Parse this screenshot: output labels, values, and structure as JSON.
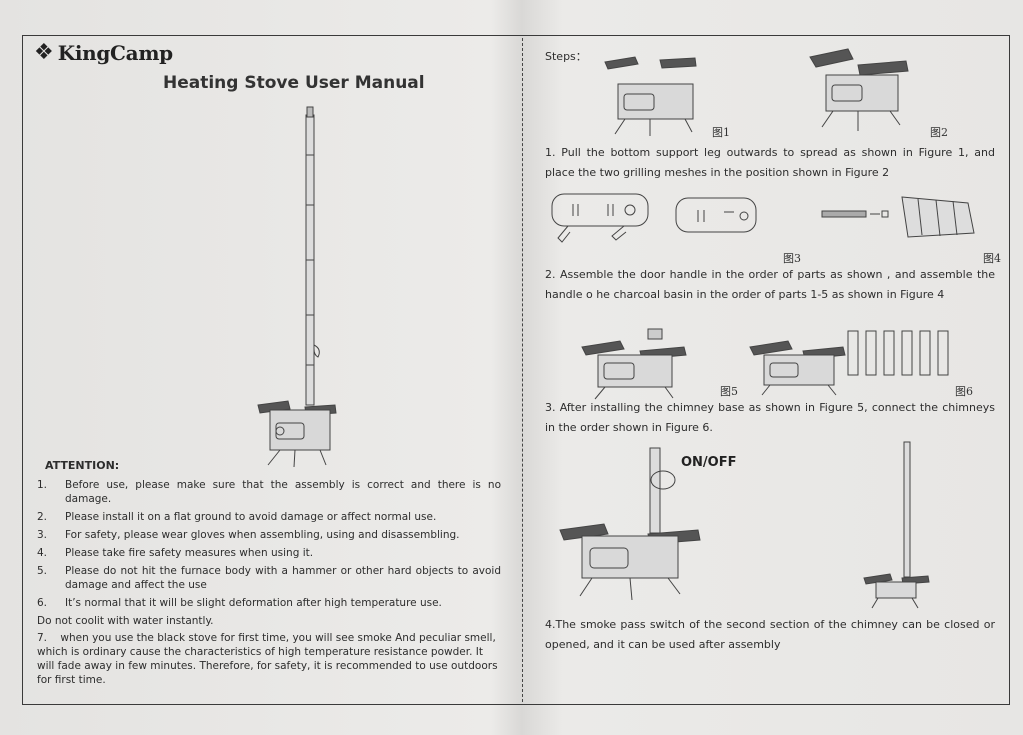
{
  "brand": {
    "logo_mark": "❖",
    "name": "KingCamp"
  },
  "title": "Heating Stove User Manual",
  "attention": {
    "heading": "ATTENTION:",
    "items": [
      {
        "num": "1.",
        "text": "Before use, please make sure that the assembly is correct and there is no damage."
      },
      {
        "num": "2.",
        "text": "Please install it on a flat ground to avoid damage or affect normal use."
      },
      {
        "num": "3.",
        "text": "For safety, please wear gloves when assembling, using and disassembling."
      },
      {
        "num": "4.",
        "text": "Please take fire safety measures when using it."
      },
      {
        "num": "5.",
        "text": "Please do not hit the furnace body with a hammer or other hard objects to avoid damage and affect the use"
      },
      {
        "num": "6.",
        "text": "It’s normal that it will be slight deformation after high temperature use."
      }
    ],
    "note": "Do not coolit with water instantly.",
    "item7_num": "7.",
    "item7_text": "when you use the black stove for first time, you will see smoke And peculiar smell, which is ordinary cause the characteristics of high temperature resistance powder. It will fade away in few minutes. Therefore, for safety, it is recommended to use outdoors for first time."
  },
  "steps": {
    "heading": "Steps：",
    "figures": [
      "图1",
      "图2",
      "图3",
      "图4",
      "图5",
      "图6"
    ],
    "step1": "1. Pull the bottom support leg outwards to spread as shown in Figure 1, and place the two grilling meshes in the position shown in Figure 2",
    "step2": "2. Assemble the door handle in the order of parts as shown , and assemble the handle o  he charcoal basin in the order of parts 1-5 as shown in Figure 4",
    "step3": "3. After installing the chimney base as shown in Figure 5, connect the chimneys in the order shown in Figure 6.",
    "switch_label": "ON/OFF",
    "step4": "4.The smoke pass switch of the second section of the chimney can be closed or opened, and it can be used after assembly"
  },
  "icons": [
    "kingcamp-logo-icon",
    "stove-illustration-icon",
    "chimney-section-icon",
    "door-handle-icon",
    "charcoal-basin-icon"
  ],
  "colors": {
    "ink": "#2d2d2d",
    "paper": "#e9e8e6"
  }
}
